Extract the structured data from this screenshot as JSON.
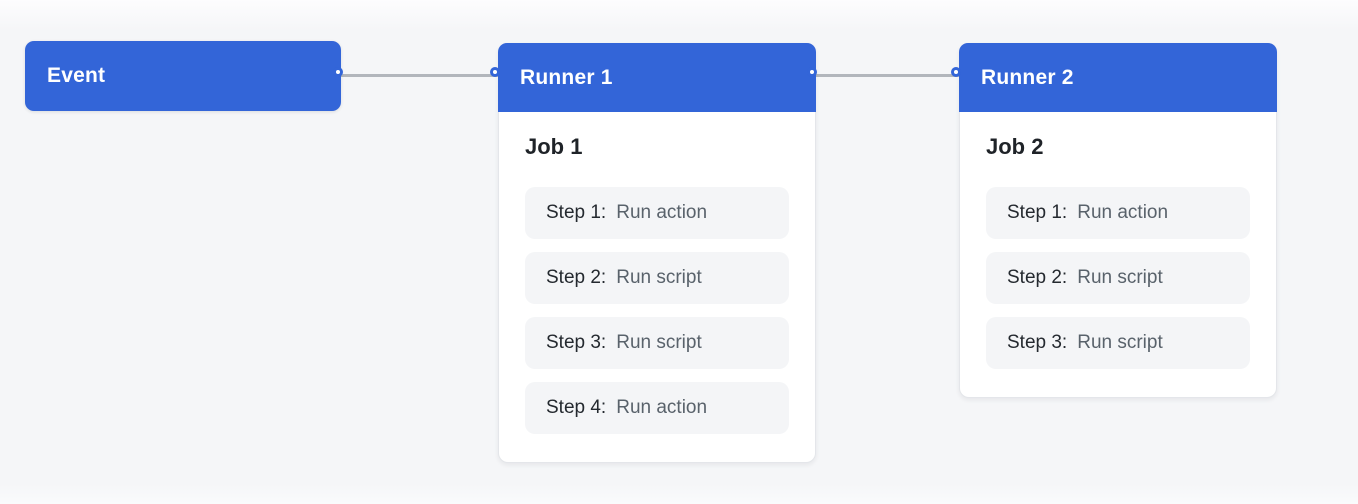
{
  "diagram": {
    "event": {
      "label": "Event"
    },
    "runner1": {
      "title": "Runner 1",
      "job_title": "Job 1",
      "steps": [
        {
          "label": "Step 1:",
          "value": "Run action"
        },
        {
          "label": "Step 2:",
          "value": "Run script"
        },
        {
          "label": "Step 3:",
          "value": "Run script"
        },
        {
          "label": "Step 4:",
          "value": "Run action"
        }
      ]
    },
    "runner2": {
      "title": "Runner 2",
      "job_title": "Job 2",
      "steps": [
        {
          "label": "Step 1:",
          "value": "Run action"
        },
        {
          "label": "Step 2:",
          "value": "Run script"
        },
        {
          "label": "Step 3:",
          "value": "Run script"
        }
      ]
    },
    "colors": {
      "accent_blue": "#3365d8",
      "connector_gray": "#b2b6bc",
      "canvas_bg": "#f5f6f8",
      "card_bg": "#ffffff",
      "card_border": "#e4e6ea",
      "step_bg": "#f4f5f7",
      "step_label_text": "#24292f",
      "step_value_text": "#59626b",
      "job_title_text": "#1f2328",
      "node_title_text": "#ffffff"
    }
  }
}
